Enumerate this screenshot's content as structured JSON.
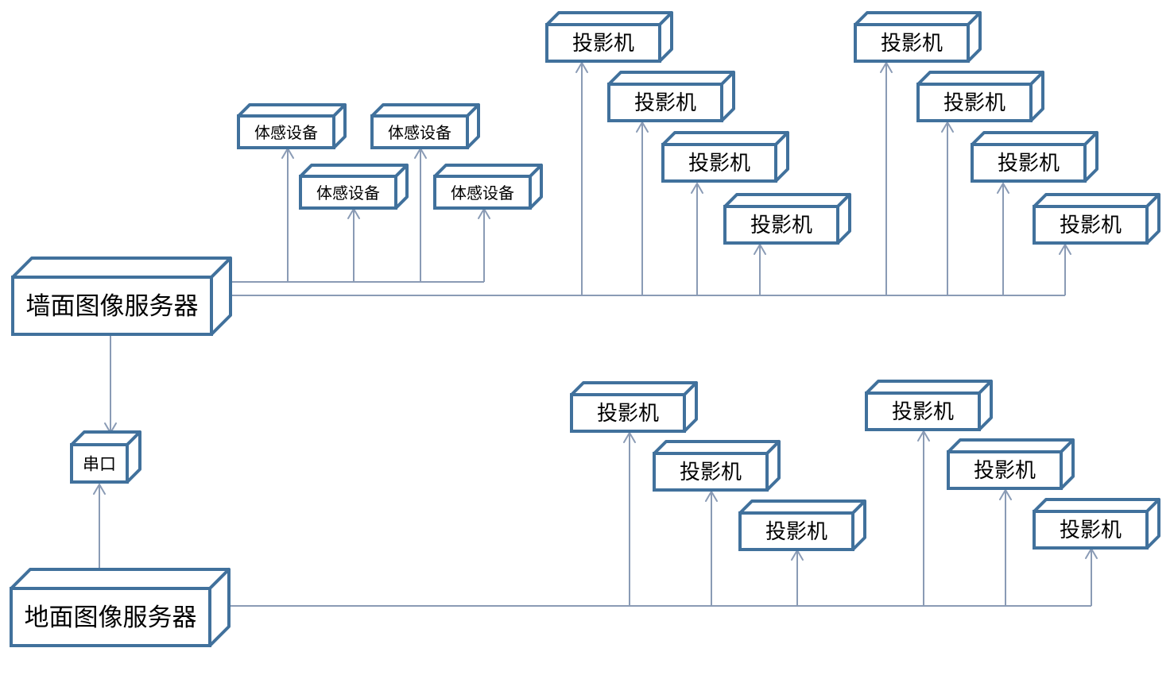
{
  "nodes": {
    "wall_server": "墙面图像服务器",
    "floor_server": "地面图像服务器",
    "serial_port": "串口",
    "motion_sensor": "体感设备",
    "projector": "投影机"
  },
  "colors": {
    "node_border": "#41719c",
    "connector": "#8a9bb5",
    "node_fill": "#ffffff"
  }
}
